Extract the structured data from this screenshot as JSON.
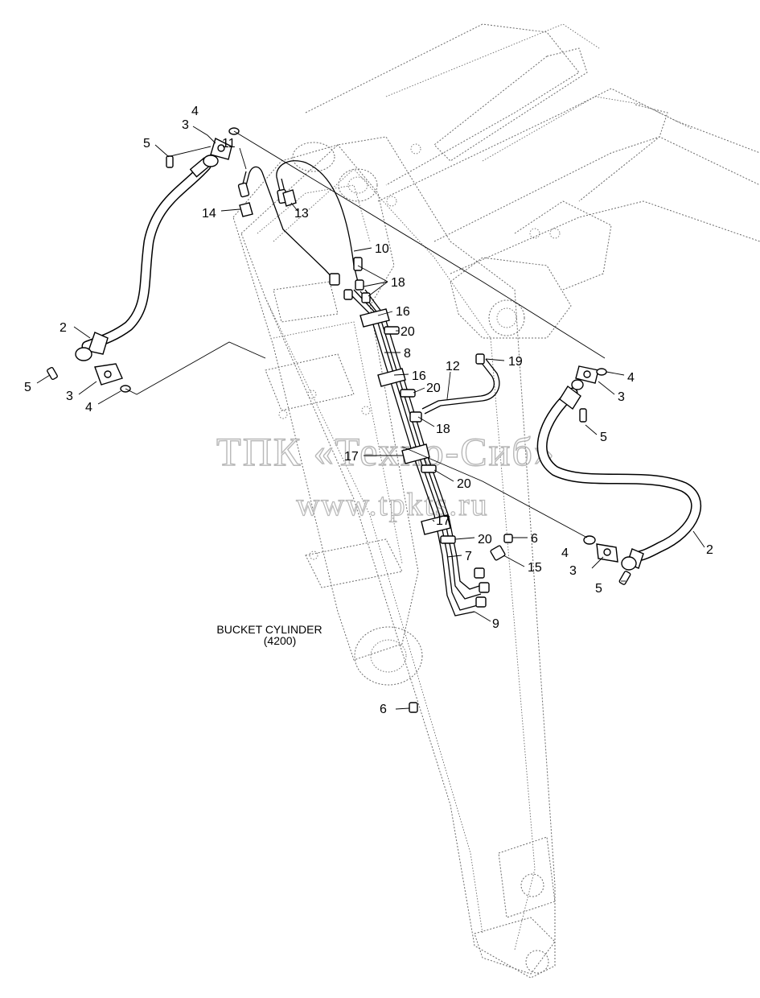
{
  "assembly": {
    "component_label": "BUCKET CYLINDER",
    "component_code": "(4200)"
  },
  "watermark": {
    "company": "ТПК «Техно-Сиб»",
    "website": "www.tpkts.ru"
  },
  "callouts": [
    "2",
    "3",
    "4",
    "5",
    "6",
    "7",
    "8",
    "9",
    "10",
    "11",
    "12",
    "13",
    "14",
    "15",
    "16",
    "17",
    "18",
    "19",
    "20"
  ]
}
